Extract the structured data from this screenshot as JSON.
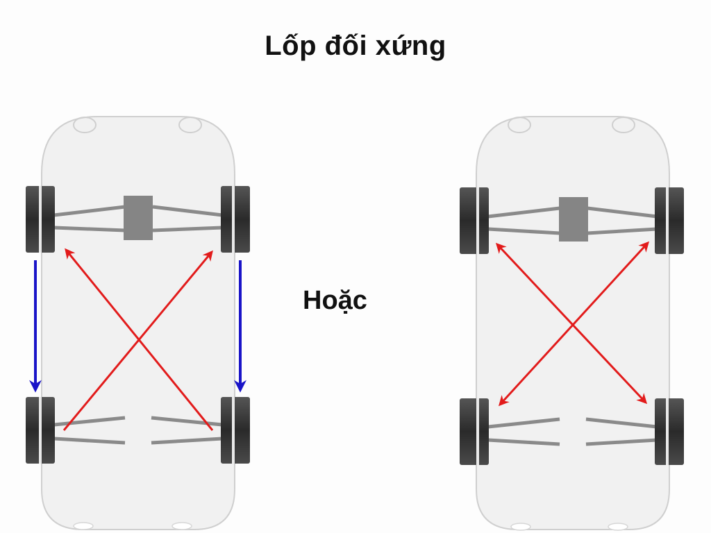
{
  "title": "Lốp đối xứng",
  "separator_label": "Hoặc",
  "colors": {
    "background": "#fdfdfd",
    "car_body_fill": "#f1f1f1",
    "car_outline": "#cfcfcf",
    "tire": "#3a3a3a",
    "axle": "#8a8a8a",
    "diff_block": "#858585",
    "red_arrow": "#e21b1b",
    "blue_arrow": "#1a14c8"
  },
  "diagrams": [
    {
      "name": "rotation-pattern-left",
      "description": "Front tires move straight back (blue arrows); rear tires cross to the opposite front position (red arrows)",
      "arrows": [
        {
          "color": "blue",
          "from": "front-left",
          "to": "rear-left"
        },
        {
          "color": "blue",
          "from": "front-right",
          "to": "rear-right"
        },
        {
          "color": "red",
          "from": "rear-left",
          "to": "front-right"
        },
        {
          "color": "red",
          "from": "rear-right",
          "to": "front-left"
        }
      ]
    },
    {
      "name": "rotation-pattern-right",
      "description": "X pattern: all four tires swap diagonally (double-headed red arrows)",
      "arrows": [
        {
          "color": "red",
          "from": "front-left",
          "to": "rear-right",
          "bidirectional": true
        },
        {
          "color": "red",
          "from": "front-right",
          "to": "rear-left",
          "bidirectional": true
        }
      ]
    }
  ]
}
